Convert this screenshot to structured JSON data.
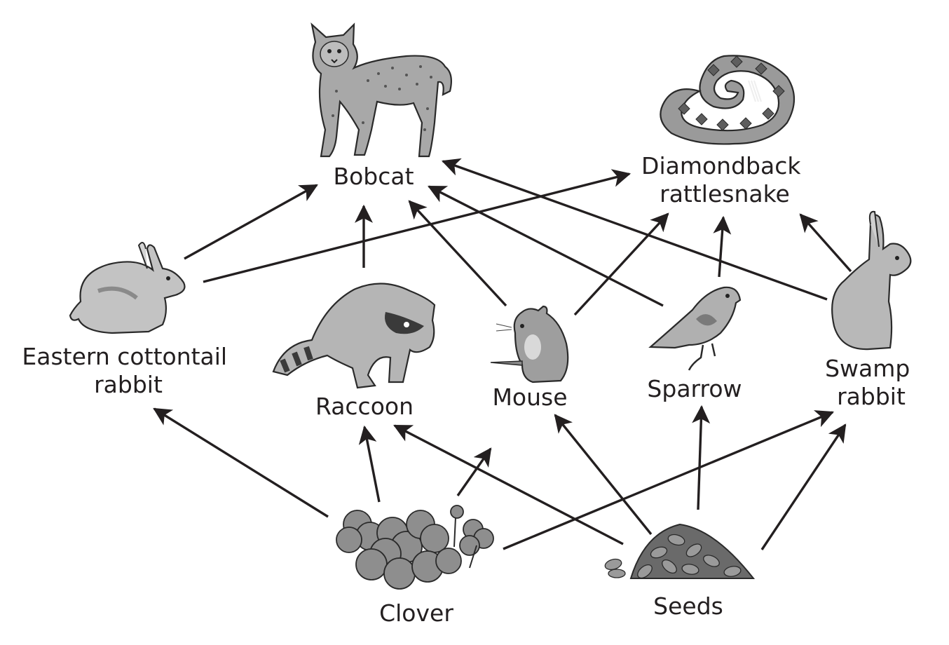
{
  "organisms": {
    "bobcat": {
      "label": "Bobcat",
      "icon": "bobcat-icon"
    },
    "rattlesnake": {
      "label_line1": "Diamondback",
      "label_line2": "rattlesnake",
      "icon": "rattlesnake-icon"
    },
    "cottontail": {
      "label_line1": "Eastern cottontail",
      "label_line2": "rabbit",
      "icon": "cottontail-rabbit-icon"
    },
    "raccoon": {
      "label": "Raccoon",
      "icon": "raccoon-icon"
    },
    "mouse": {
      "label": "Mouse",
      "icon": "mouse-icon"
    },
    "sparrow": {
      "label": "Sparrow",
      "icon": "sparrow-icon"
    },
    "swamp_rabbit": {
      "label_line1": "Swamp",
      "label_line2": "rabbit",
      "icon": "swamp-rabbit-icon"
    },
    "clover": {
      "label": "Clover",
      "icon": "clover-icon"
    },
    "seeds": {
      "label": "Seeds",
      "icon": "seeds-icon"
    }
  },
  "food_web": [
    {
      "from": "cottontail",
      "to": "bobcat"
    },
    {
      "from": "cottontail",
      "to": "rattlesnake"
    },
    {
      "from": "raccoon",
      "to": "bobcat"
    },
    {
      "from": "mouse",
      "to": "bobcat"
    },
    {
      "from": "mouse",
      "to": "rattlesnake"
    },
    {
      "from": "sparrow",
      "to": "bobcat"
    },
    {
      "from": "sparrow",
      "to": "rattlesnake"
    },
    {
      "from": "swamp_rabbit",
      "to": "bobcat"
    },
    {
      "from": "swamp_rabbit",
      "to": "rattlesnake"
    },
    {
      "from": "clover",
      "to": "cottontail"
    },
    {
      "from": "clover",
      "to": "raccoon"
    },
    {
      "from": "clover",
      "to": "mouse"
    },
    {
      "from": "clover",
      "to": "swamp_rabbit"
    },
    {
      "from": "seeds",
      "to": "raccoon"
    },
    {
      "from": "seeds",
      "to": "mouse"
    },
    {
      "from": "seeds",
      "to": "sparrow"
    },
    {
      "from": "seeds",
      "to": "swamp_rabbit"
    }
  ],
  "colors": {
    "ink": "#231f20",
    "light_gray": "#c8c8c8",
    "mid_gray": "#9a9a9a",
    "dark_gray": "#6e6e6e"
  }
}
